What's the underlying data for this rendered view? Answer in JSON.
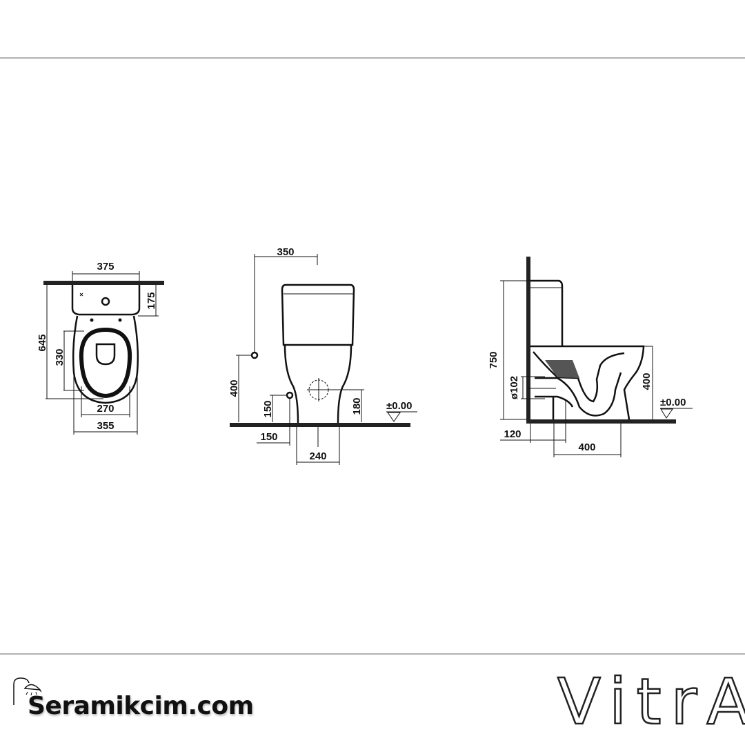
{
  "front_view": {
    "width_top": "375",
    "tank_depth": "175",
    "total_depth": "645",
    "seat_length": "330",
    "seat_width": "270",
    "bowl_width": "355"
  },
  "side_view_front": {
    "wall_to_inlet": "350",
    "inlet_height": "400",
    "outlet_height_left": "150",
    "outlet_height_right": "180",
    "floor_level": "±0.00",
    "outlet_offset": "150",
    "base_width": "240"
  },
  "side_view_profile": {
    "total_height": "750",
    "pipe_diameter": "ø102",
    "seat_height": "400",
    "floor_level": "±0.00",
    "wall_to_outlet": "120",
    "outlet_to_front": "400"
  },
  "footer": {
    "site_logo_text": "Seramikcim.com",
    "brand_logo_text": "VitrA",
    "site_logo_icon": "shower-icon"
  }
}
